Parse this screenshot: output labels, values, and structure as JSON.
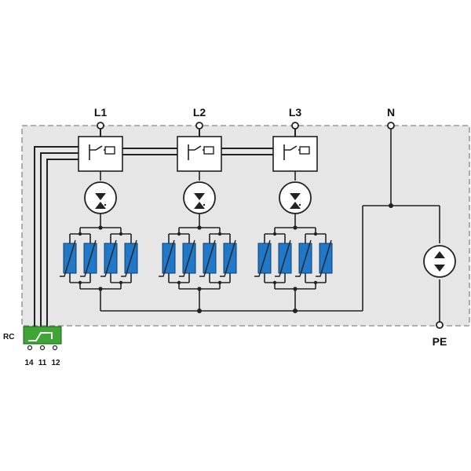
{
  "labels": {
    "l1": "L1",
    "l2": "L2",
    "l3": "L3",
    "n": "N",
    "pe": "PE",
    "rc": "RC",
    "rc_14": "14",
    "rc_11": "11",
    "rc_12": "12"
  },
  "colors": {
    "enclosure_fill": "#e6e6e6",
    "enclosure_border": "#9a9a9a",
    "wire": "#222222",
    "varistor": "#1f78c8",
    "relay": "#3fa535",
    "background": "#ffffff"
  },
  "icons": {
    "disconnector": "thermal-disconnector-icon",
    "gas_tube": "gas-discharge-tube-icon",
    "varistor": "varistor-icon",
    "relay": "remote-contact-relay-icon"
  }
}
